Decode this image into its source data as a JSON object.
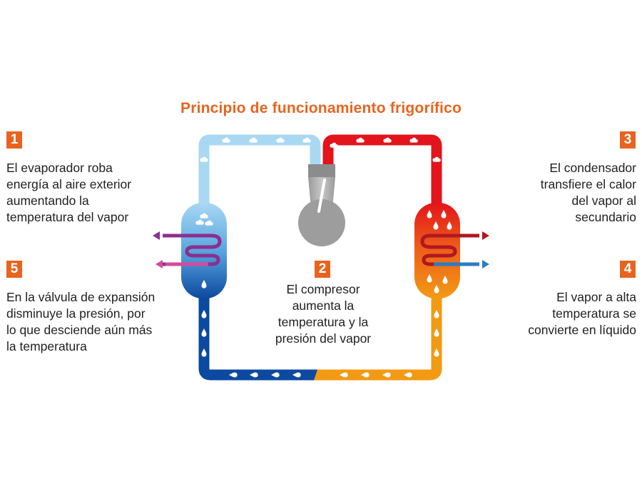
{
  "title": "Principio de funcionamiento frigorífico",
  "steps": [
    {
      "number": "1",
      "text": "El evaporador roba\nenergía al aire exterior\naumentando la\ntemperatura del vapor"
    },
    {
      "number": "2",
      "text": "El compresor\naumenta la\ntemperatura y la\npresión del vapor"
    },
    {
      "number": "3",
      "text": "El condensador\ntransfiere el calor\ndel vapor al\nsecundario"
    },
    {
      "number": "4",
      "text": "El vapor a alta\ntemperatura se\nconvierte en líquido"
    },
    {
      "number": "5",
      "text": "En la válvula de expansión\ndisminuye la presión, por\nlo que desciende aún más\nla temperatura"
    }
  ],
  "colors": {
    "accent": "#e8641e",
    "cold_light": "#a9d8f3",
    "cold_dark": "#0b4aa0",
    "hot_red": "#e3141b",
    "hot_orange": "#f39a14",
    "compressor_grey": "#9a9a9a",
    "coil_purple": "#8b2f8f",
    "coil_pink": "#d64a9a",
    "coil_dark_red": "#b01822",
    "coil_blue": "#2a7cc2"
  }
}
